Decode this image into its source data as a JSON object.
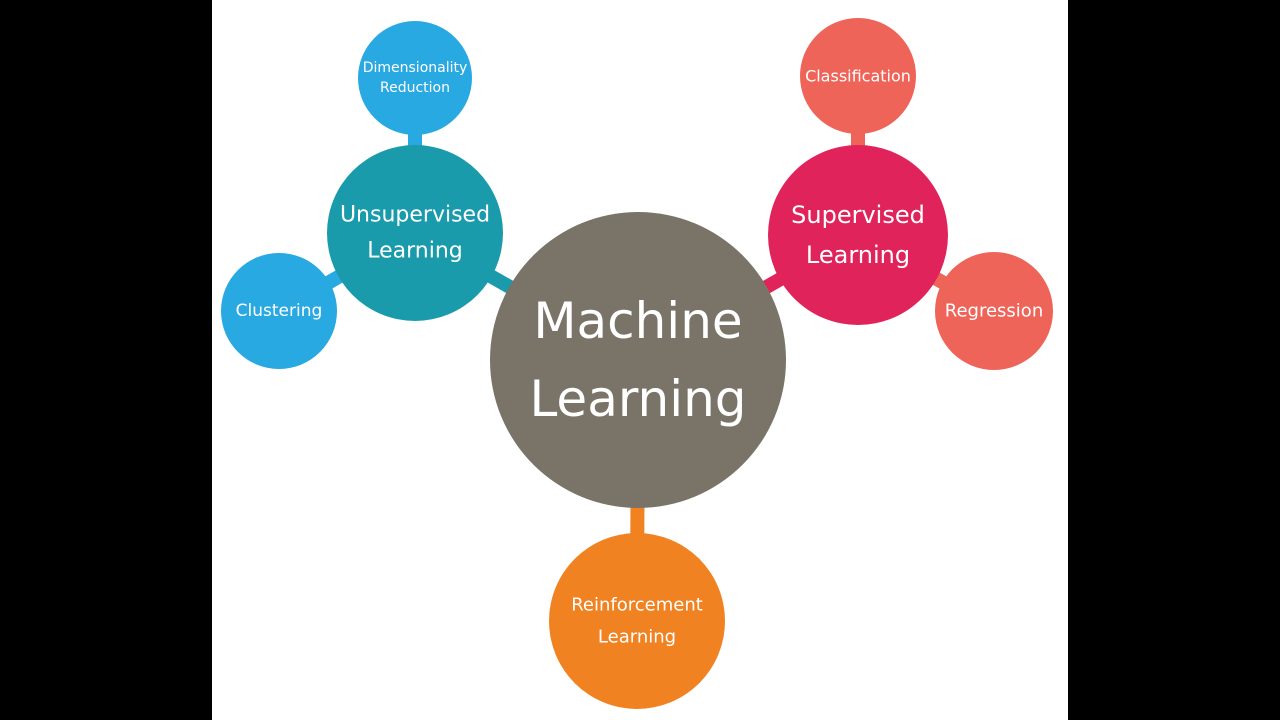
{
  "colors": {
    "center": "#7a7468",
    "unsupervised": "#1a9bab",
    "unsupervised_child": "#29a9e1",
    "supervised": "#e0235a",
    "supervised_child": "#ef6459",
    "reinforcement": "#f08221",
    "page_background": "#ffffff",
    "letterbox": "#000000"
  },
  "nodes": {
    "center": {
      "lines": [
        "Machine",
        "Learning"
      ]
    },
    "unsupervised": {
      "lines": [
        "Unsupervised",
        "Learning"
      ]
    },
    "dimensionality_reduction": {
      "lines": [
        "Dimensionality",
        "Reduction"
      ]
    },
    "clustering": {
      "lines": [
        "Clustering"
      ]
    },
    "supervised": {
      "lines": [
        "Supervised",
        "Learning"
      ]
    },
    "classification": {
      "lines": [
        "Classification"
      ]
    },
    "regression": {
      "lines": [
        "Regression"
      ]
    },
    "reinforcement": {
      "lines": [
        "Reinforcement",
        "Learning"
      ]
    }
  },
  "edges": [
    [
      "center",
      "unsupervised"
    ],
    [
      "center",
      "supervised"
    ],
    [
      "center",
      "reinforcement"
    ],
    [
      "unsupervised",
      "dimensionality_reduction"
    ],
    [
      "unsupervised",
      "clustering"
    ],
    [
      "supervised",
      "classification"
    ],
    [
      "supervised",
      "regression"
    ]
  ]
}
